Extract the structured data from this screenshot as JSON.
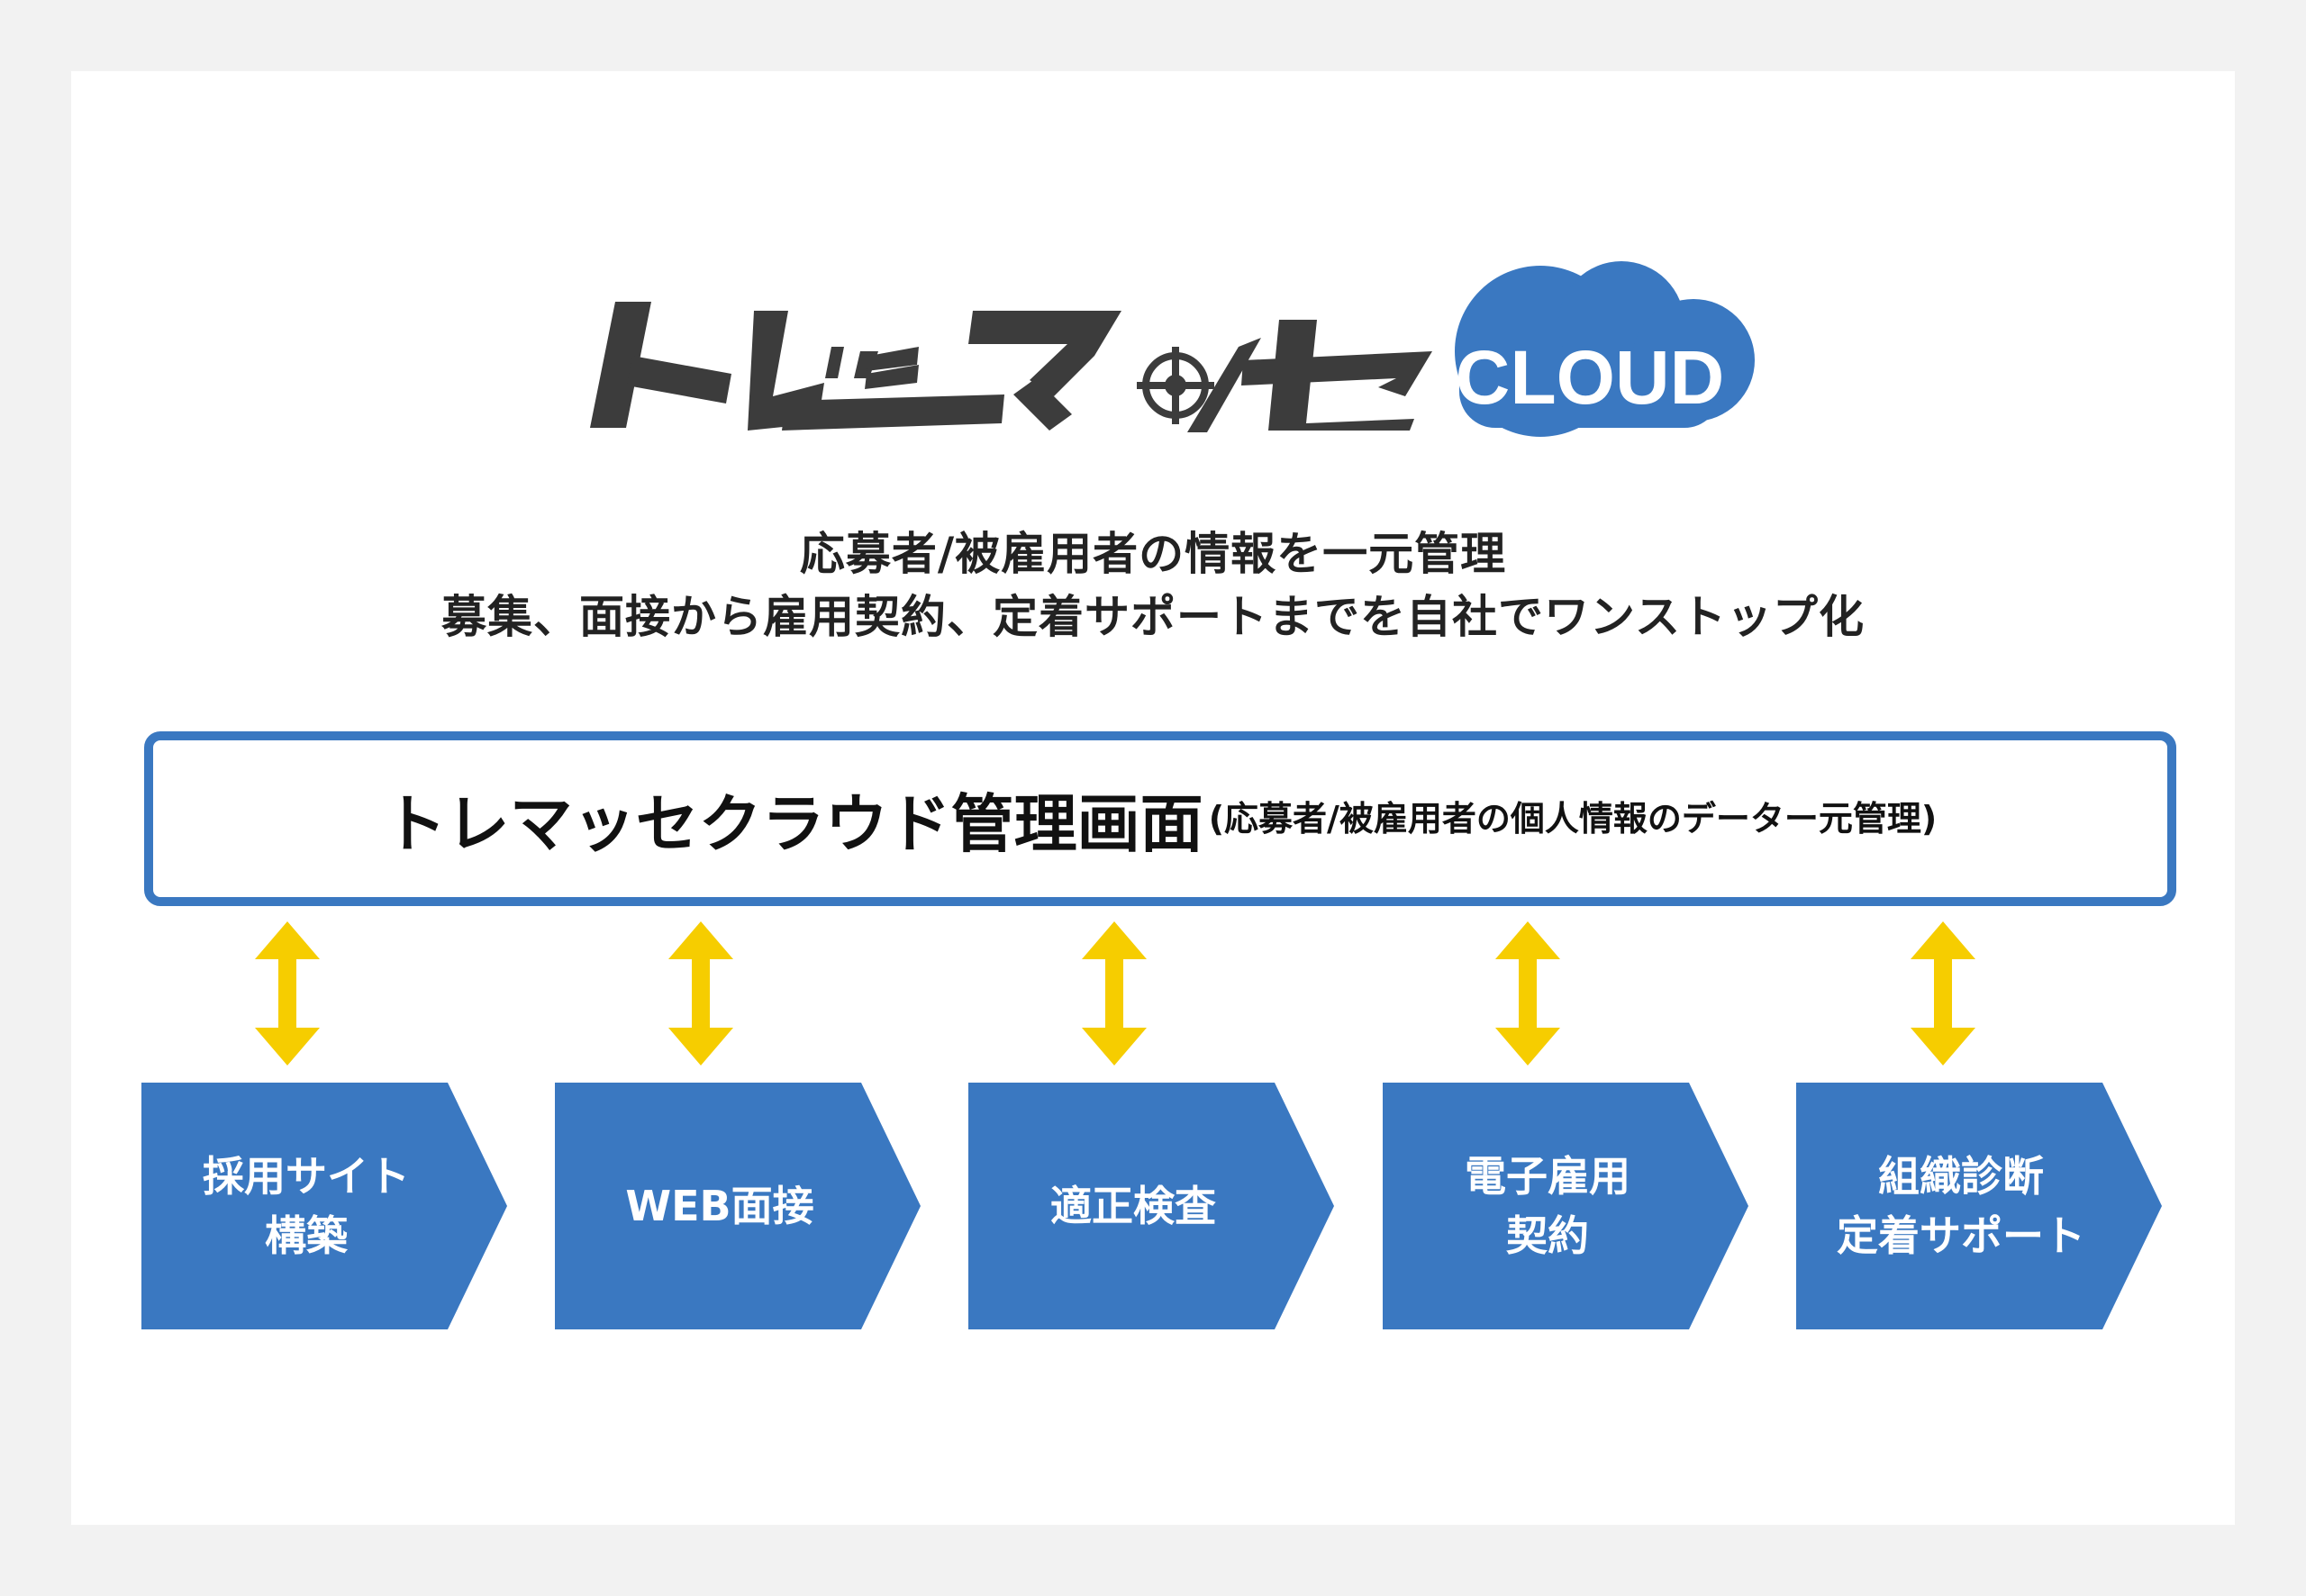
{
  "colors": {
    "background": "#f2f2f2",
    "card": "#ffffff",
    "accent_blue": "#3a78c1",
    "arrow_yellow": "#f6cd00",
    "logo_dark": "#3c3c3c"
  },
  "logo": {
    "brand_text": "トレマッセ",
    "cloud_text": "CLOUD"
  },
  "tagline": {
    "line1": "応募者/被雇用者の情報を一元管理",
    "line2": "募集、面接から雇用契約、定着サポートまでを自社でワンストップ化"
  },
  "panel": {
    "title": "トレマッセクラウド管理画面",
    "subtitle": "(応募者/被雇用者の個人情報のデーター元管理)"
  },
  "steps": [
    {
      "line1": "採用サイト",
      "line2": "構築"
    },
    {
      "line1": "WEB面接",
      "line2": ""
    },
    {
      "line1": "適正検査",
      "line2": ""
    },
    {
      "line1": "電子雇用",
      "line2": "契約"
    },
    {
      "line1": "組織診断",
      "line2": "定着サポート"
    }
  ]
}
